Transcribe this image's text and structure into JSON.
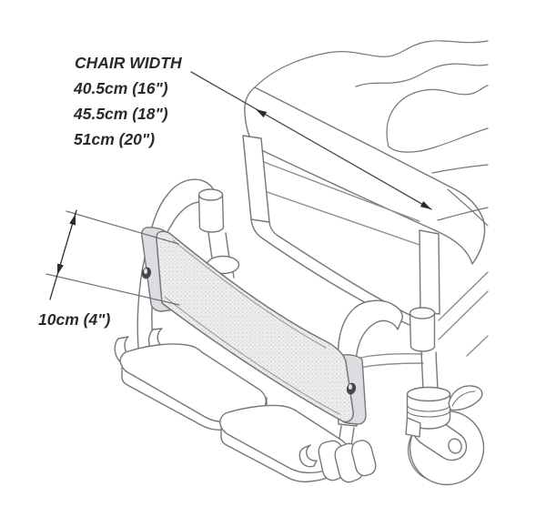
{
  "figure": {
    "kind": "technical line illustration",
    "subject": "shower commode chair front detail: calf strap mounted between front legs, footplates and caster wheel",
    "background_color": "#ffffff",
    "outline_color": "#75777b",
    "light_line_color": "#8c8e91",
    "annotation_color": "#2b2a29",
    "strap_fill_color": "#ededee",
    "strap_dot_color": "#c9cacc",
    "bracket_fill_color": "#dcdde0",
    "rivet_color": "#46474a"
  },
  "labels": {
    "chair_width_title": "CHAIR WIDTH",
    "chair_width_options": [
      "40.5cm (16\")",
      "45.5cm (18\")",
      "51cm (20\")"
    ],
    "strap_height": "10cm (4\")"
  }
}
